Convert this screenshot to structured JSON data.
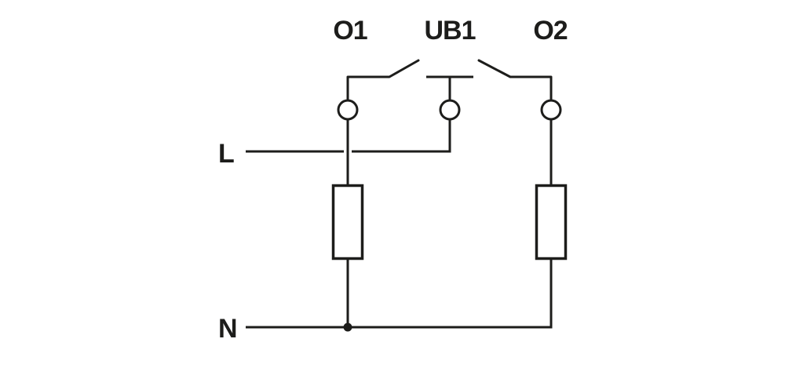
{
  "diagram": {
    "type": "electrical-circuit-diagram",
    "background_color": "#ffffff",
    "line_color": "#1d1d1b",
    "terminal_labels": {
      "o1": "O1",
      "ub1": "UB1",
      "o2": "O2"
    },
    "rail_labels": {
      "line": "L",
      "neutral": "N"
    },
    "icons": {
      "switch_contact": "open-switch-blade",
      "terminal": "open-circle",
      "load": "rectangle-box",
      "junction": "filled-dot",
      "crossover": "wire-hop-gap"
    }
  }
}
